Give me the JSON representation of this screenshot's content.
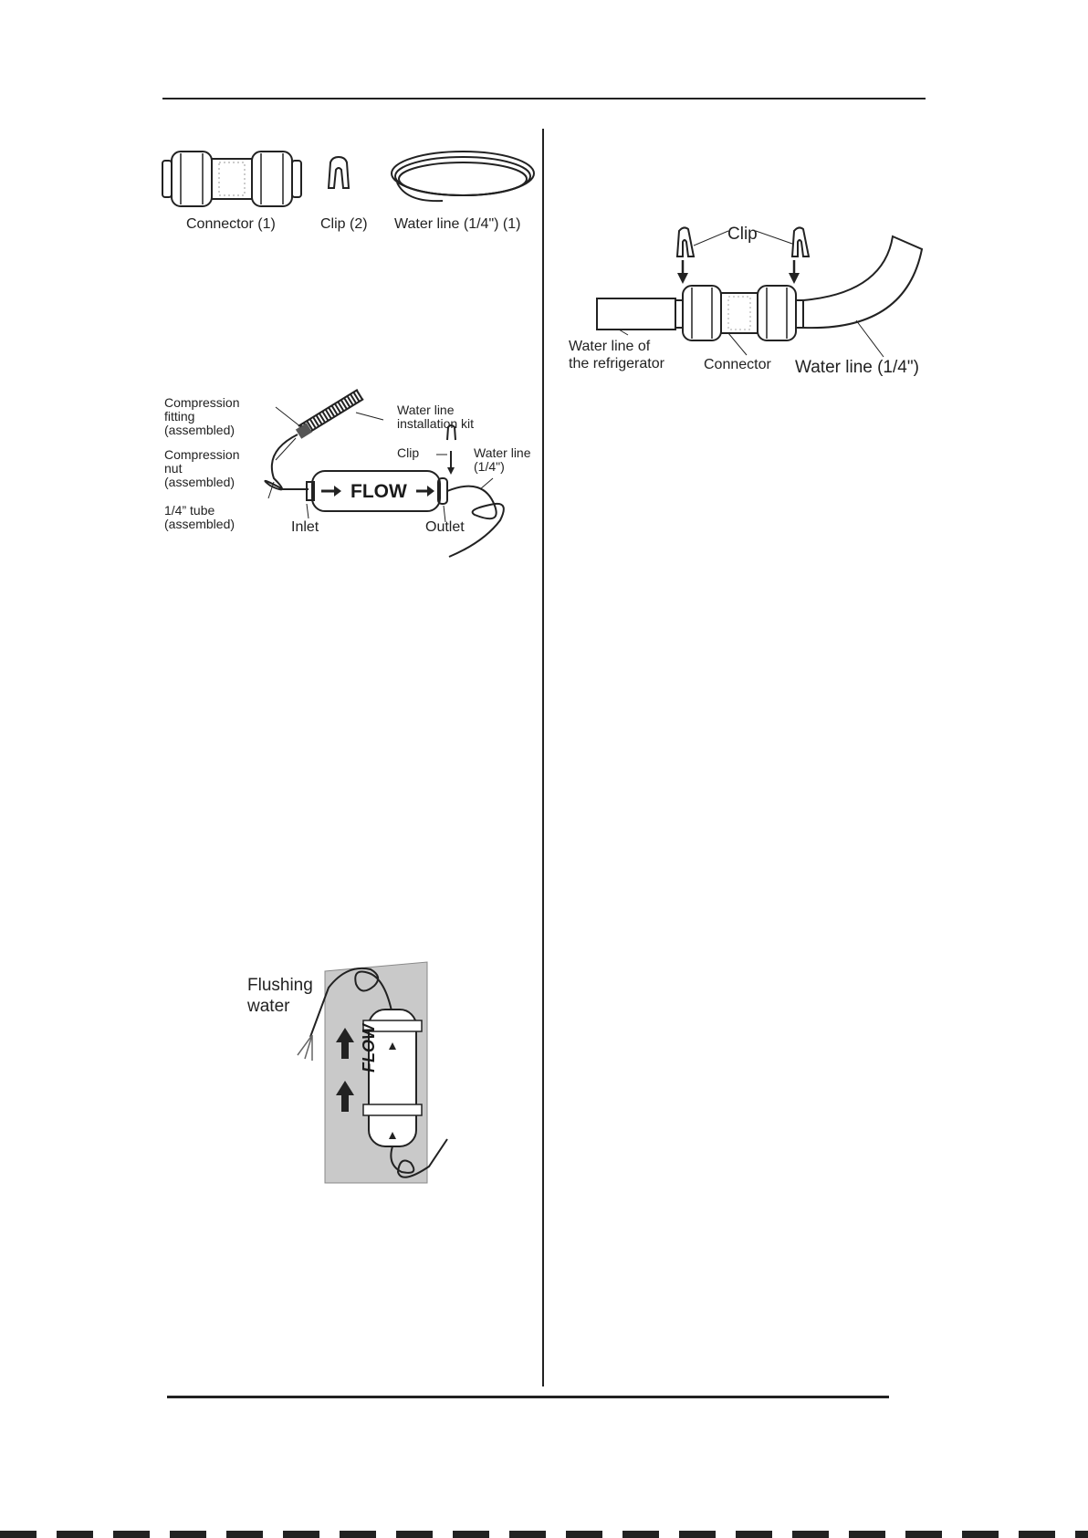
{
  "parts": {
    "connector": "Connector (1)",
    "clip": "Clip (2)",
    "water_line": "Water line (1/4\") (1)"
  },
  "filter_diagram": {
    "compression_fitting": "Compression\nfitting\n(assembled)",
    "compression_nut": "Compression\nnut\n(assembled)",
    "tube": "1/4” tube\n(assembled)",
    "kit": "Water line\ninstallation kit",
    "clip": "Clip",
    "water_line": "Water line\n(1/4\")",
    "inlet": "Inlet",
    "outlet": "Outlet",
    "flow": "FLOW"
  },
  "flush_diagram": {
    "flushing": "Flushing\nwater",
    "flow": "FLOW"
  },
  "connect_diagram": {
    "clip": "Clip",
    "fridge_line": "Water line of\nthe refrigerator",
    "connector": "Connector",
    "water_line": "Water line (1/4\")"
  }
}
